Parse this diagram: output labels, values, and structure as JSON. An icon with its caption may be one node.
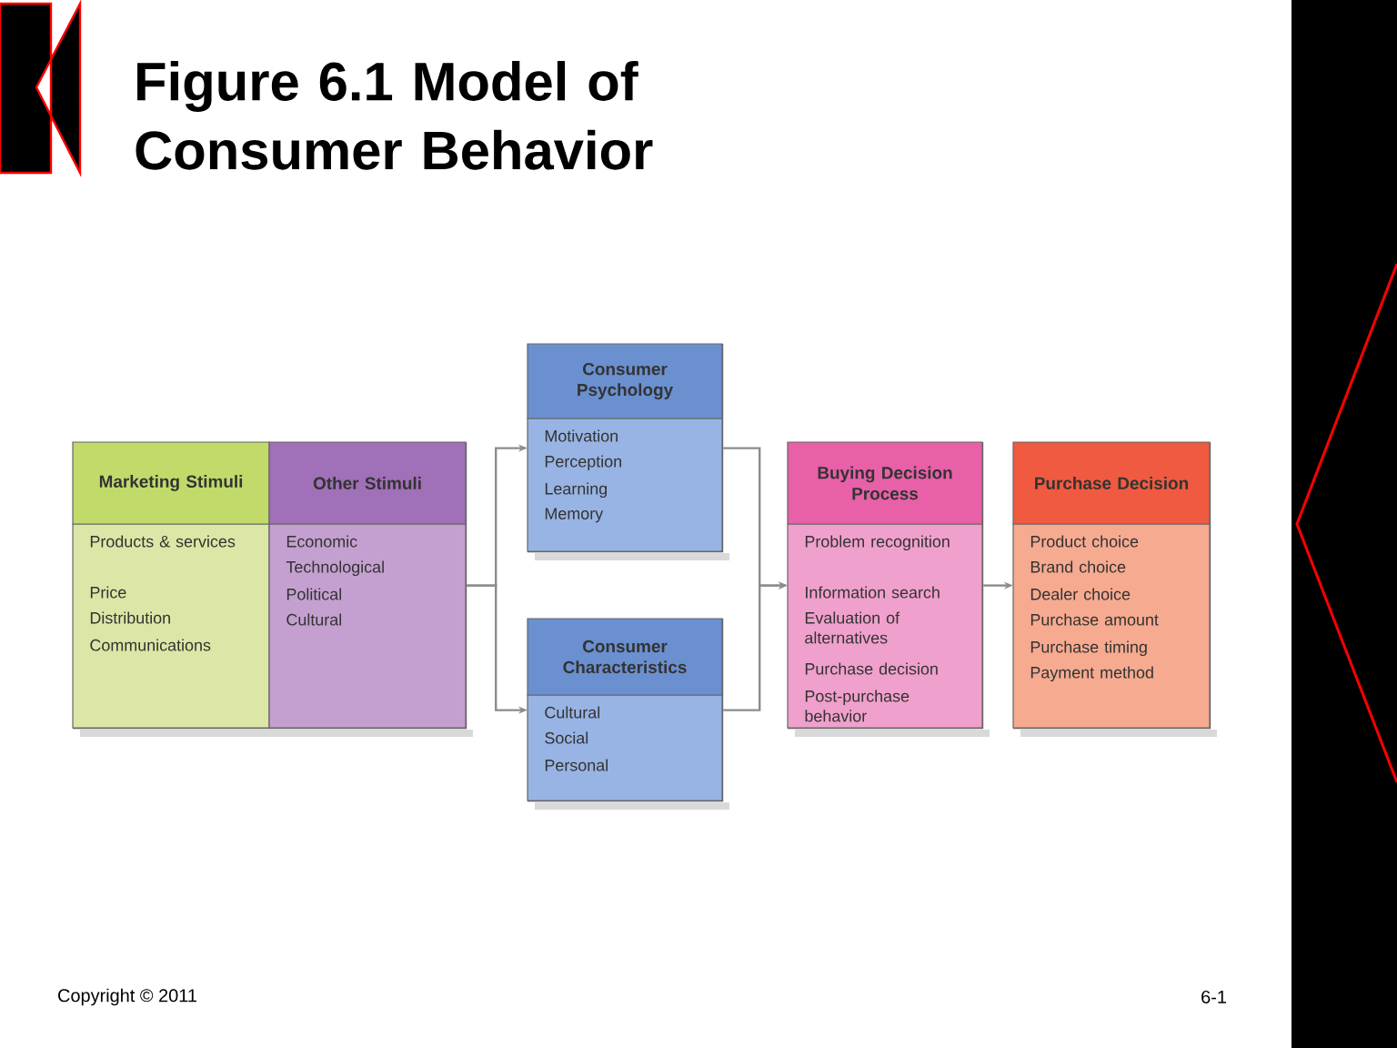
{
  "diagram": {
    "title": "Figure 6.1 Model of Consumer Behavior",
    "nodes": [
      {
        "text": [
          "Marketing Stimuli",
          "Products & services",
          "Price",
          "Distribution",
          "Communications"
        ]
      },
      {
        "text": [
          "Other Stimuli",
          "Economic",
          "Technological",
          "Political",
          "Cultural"
        ]
      },
      {
        "text": [
          "Consumer Psychology",
          "Motivation",
          "Perception",
          "Learning",
          "Memory"
        ]
      },
      {
        "text": [
          "Consumer Characteristics",
          "Cultural",
          "Social",
          "Personal"
        ]
      },
      {
        "text": [
          "Buying Decision Process",
          "Problem recognition",
          "Information search",
          "Evaluation of alternatives",
          "Purchase decision",
          "Post-purchase behavior"
        ]
      },
      {
        "text": [
          "Purchase Decision",
          "Product choice",
          "Brand choice",
          "Dealer choice",
          "Purchase amount",
          "Purchase timing",
          "Payment method"
        ]
      }
    ],
    "edges": [
      {
        "from": 1,
        "to": 2,
        "arrow": "to"
      },
      {
        "from": 1,
        "to": 3,
        "arrow": "to"
      },
      {
        "from": 2,
        "to": 4,
        "arrow": "to"
      },
      {
        "from": 3,
        "to": 4,
        "arrow": "to"
      },
      {
        "from": 4,
        "to": 5,
        "arrow": "to"
      }
    ],
    "labels": [
      "Copyright © 2011",
      "6-1"
    ]
  }
}
